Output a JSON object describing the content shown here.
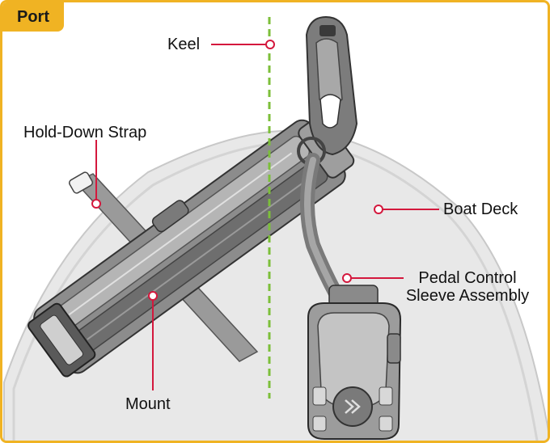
{
  "corner_tag": "Port",
  "callouts": {
    "keel": "Keel",
    "hold_down_strap": "Hold-Down Strap",
    "boat_deck": "Boat Deck",
    "pedal_line1": "Pedal Control",
    "pedal_line2": "Sleeve Assembly",
    "mount": "Mount"
  },
  "colors": {
    "accent": "#f0b323",
    "callout": "#d4183d",
    "keel_line": "#7cbf3a",
    "deck_fill": "#e8e8e8"
  }
}
